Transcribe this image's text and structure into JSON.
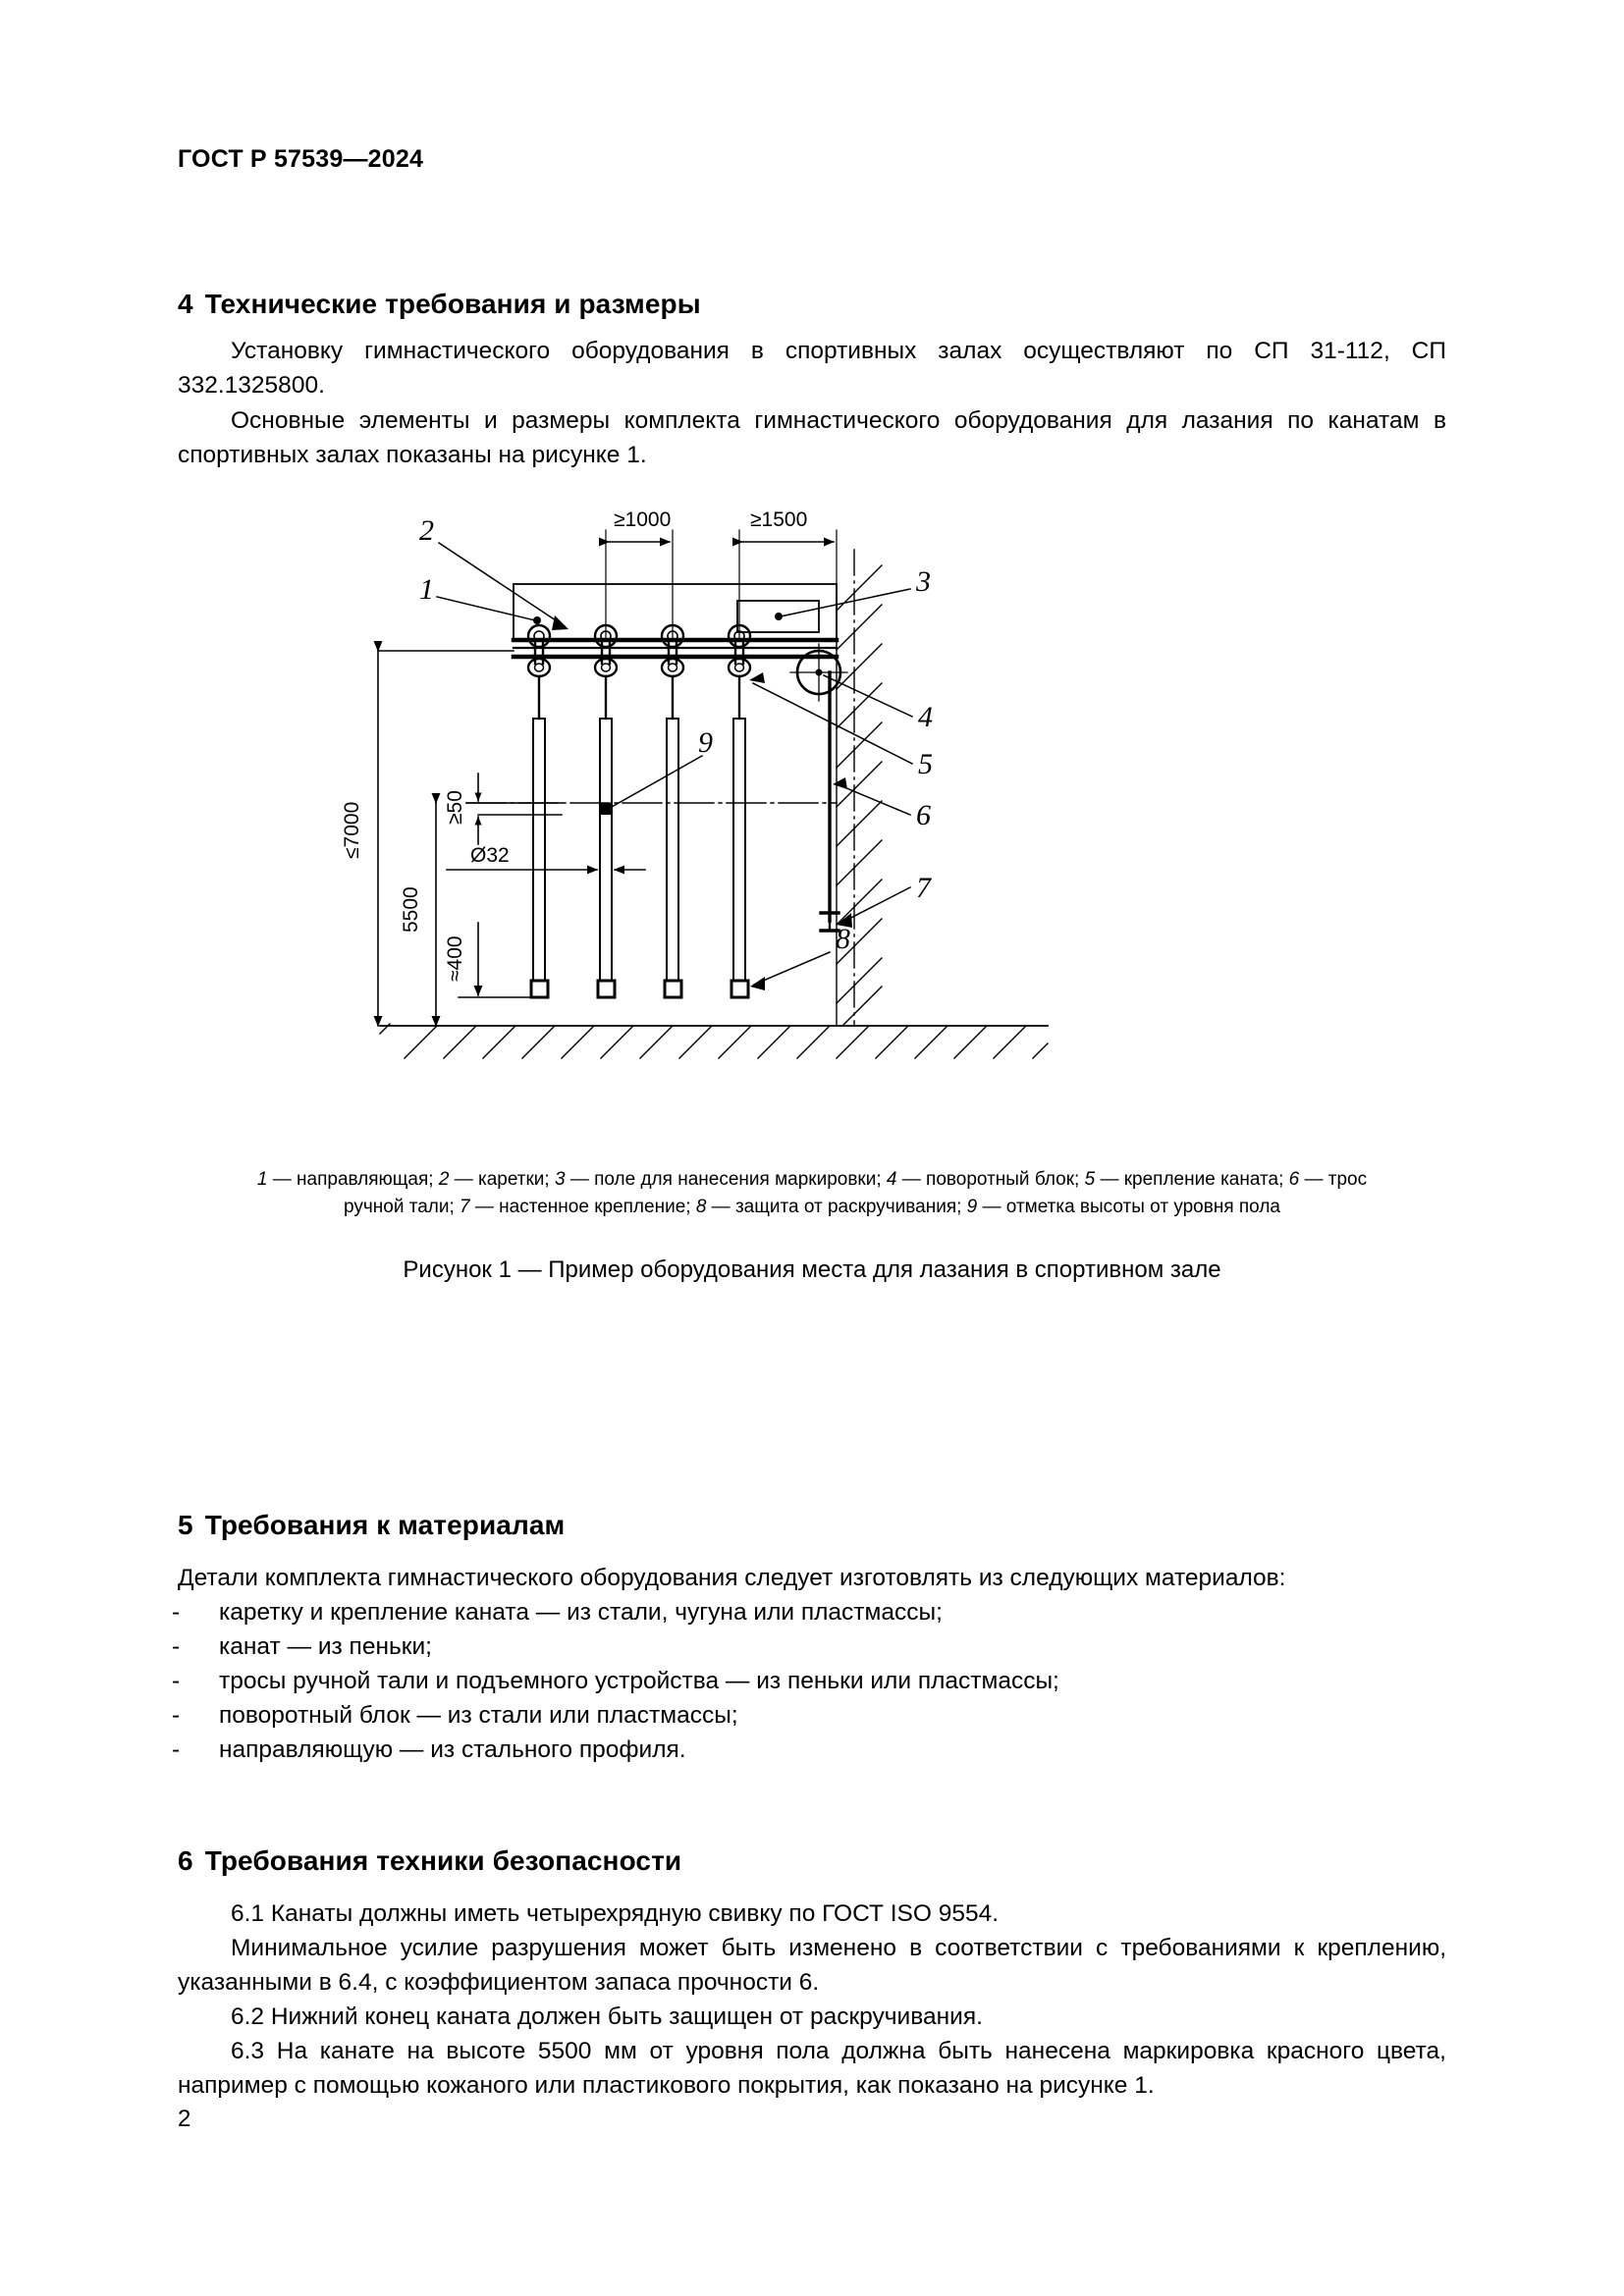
{
  "document": {
    "header": "ГОСТ Р 57539—2024",
    "page_number": "2"
  },
  "sections": {
    "four": {
      "number": "4",
      "title": "Технические требования и размеры",
      "paragraph_1": "Установку гимнастического оборудования в спортивных залах осуществляют по СП 31-112, СП 332.1325800.",
      "paragraph_2": "Основные элементы и размеры комплекта гимнастического оборудования для лазания по канатам в спортивных залах показаны на рисунке 1."
    },
    "five": {
      "number": "5",
      "title": "Требования к материалам",
      "intro": "Детали комплекта гимнастического оборудования следует изготовлять из следующих материалов:",
      "items": [
        "каретку и крепление каната — из стали, чугуна или пластмассы;",
        "канат — из пеньки;",
        "тросы ручной тали и подъемного устройства — из пеньки или пластмассы;",
        "поворотный блок — из стали или пластмассы;",
        "направляющую — из стального профиля."
      ],
      "dash": "-"
    },
    "six": {
      "number": "6",
      "title": "Требования техники безопасности",
      "paragraph_6_1": "6.1  Канаты должны иметь четырехрядную свивку по ГОСТ ISO 9554.",
      "paragraph_note": "Минимальное усилие разрушения может быть изменено в соответствии с требованиями к креплению, указанными в 6.4, с коэффициентом запаса прочности 6.",
      "paragraph_6_2": "6.2  Нижний конец каната должен быть защищен от раскручивания.",
      "paragraph_6_3": "6.3  На канате на высоте 5500 мм от уровня пола должна быть нанесена маркировка красного цвета, например с помощью кожаного или пластикового покрытия, как показано на рисунке 1."
    }
  },
  "figure": {
    "title": "Рисунок 1 — Пример оборудования места для лазания в спортивном зале",
    "legend_line_1_parts": [
      {
        "num": "1",
        "text": " — направляющая; "
      },
      {
        "num": "2",
        "text": " — каретки; "
      },
      {
        "num": "3",
        "text": " — поле для нанесения маркировки; "
      },
      {
        "num": "4",
        "text": " — поворотный блок; "
      },
      {
        "num": "5",
        "text": " — крепление каната; "
      },
      {
        "num": "6",
        "text": " — трос"
      }
    ],
    "legend_line_2_parts": [
      {
        "num": "",
        "text": "ручной тали; "
      },
      {
        "num": "7",
        "text": " — настенное крепление; "
      },
      {
        "num": "8",
        "text": " — защита от раскручивания; "
      },
      {
        "num": "9",
        "text": " — отметка высоты от уровня пола"
      }
    ],
    "legend_line_1": "1 — направляющая; 2 — каретки; 3 — поле для нанесения маркировки; 4 — поворотный блок; 5 — крепление каната; 6 — трос",
    "legend_line_2": "ручной тали; 7 — настенное крепление; 8 — защита от раскручивания; 9 — отметка высоты от уровня пола",
    "dimensions": {
      "spacing_ropes": "≥1000",
      "spacing_wall": "≥1500",
      "total_height": "≤7000",
      "marking_height": "5500",
      "marking_band": "≥50",
      "rope_diameter": "Ø32",
      "bottom_clearance": "≈400"
    },
    "callouts": {
      "c1": "1",
      "c2": "2",
      "c3": "3",
      "c4": "4",
      "c5": "5",
      "c6": "6",
      "c7": "7",
      "c8": "8",
      "c9": "9"
    }
  },
  "colors": {
    "ink": "#000000",
    "paper": "#ffffff"
  }
}
